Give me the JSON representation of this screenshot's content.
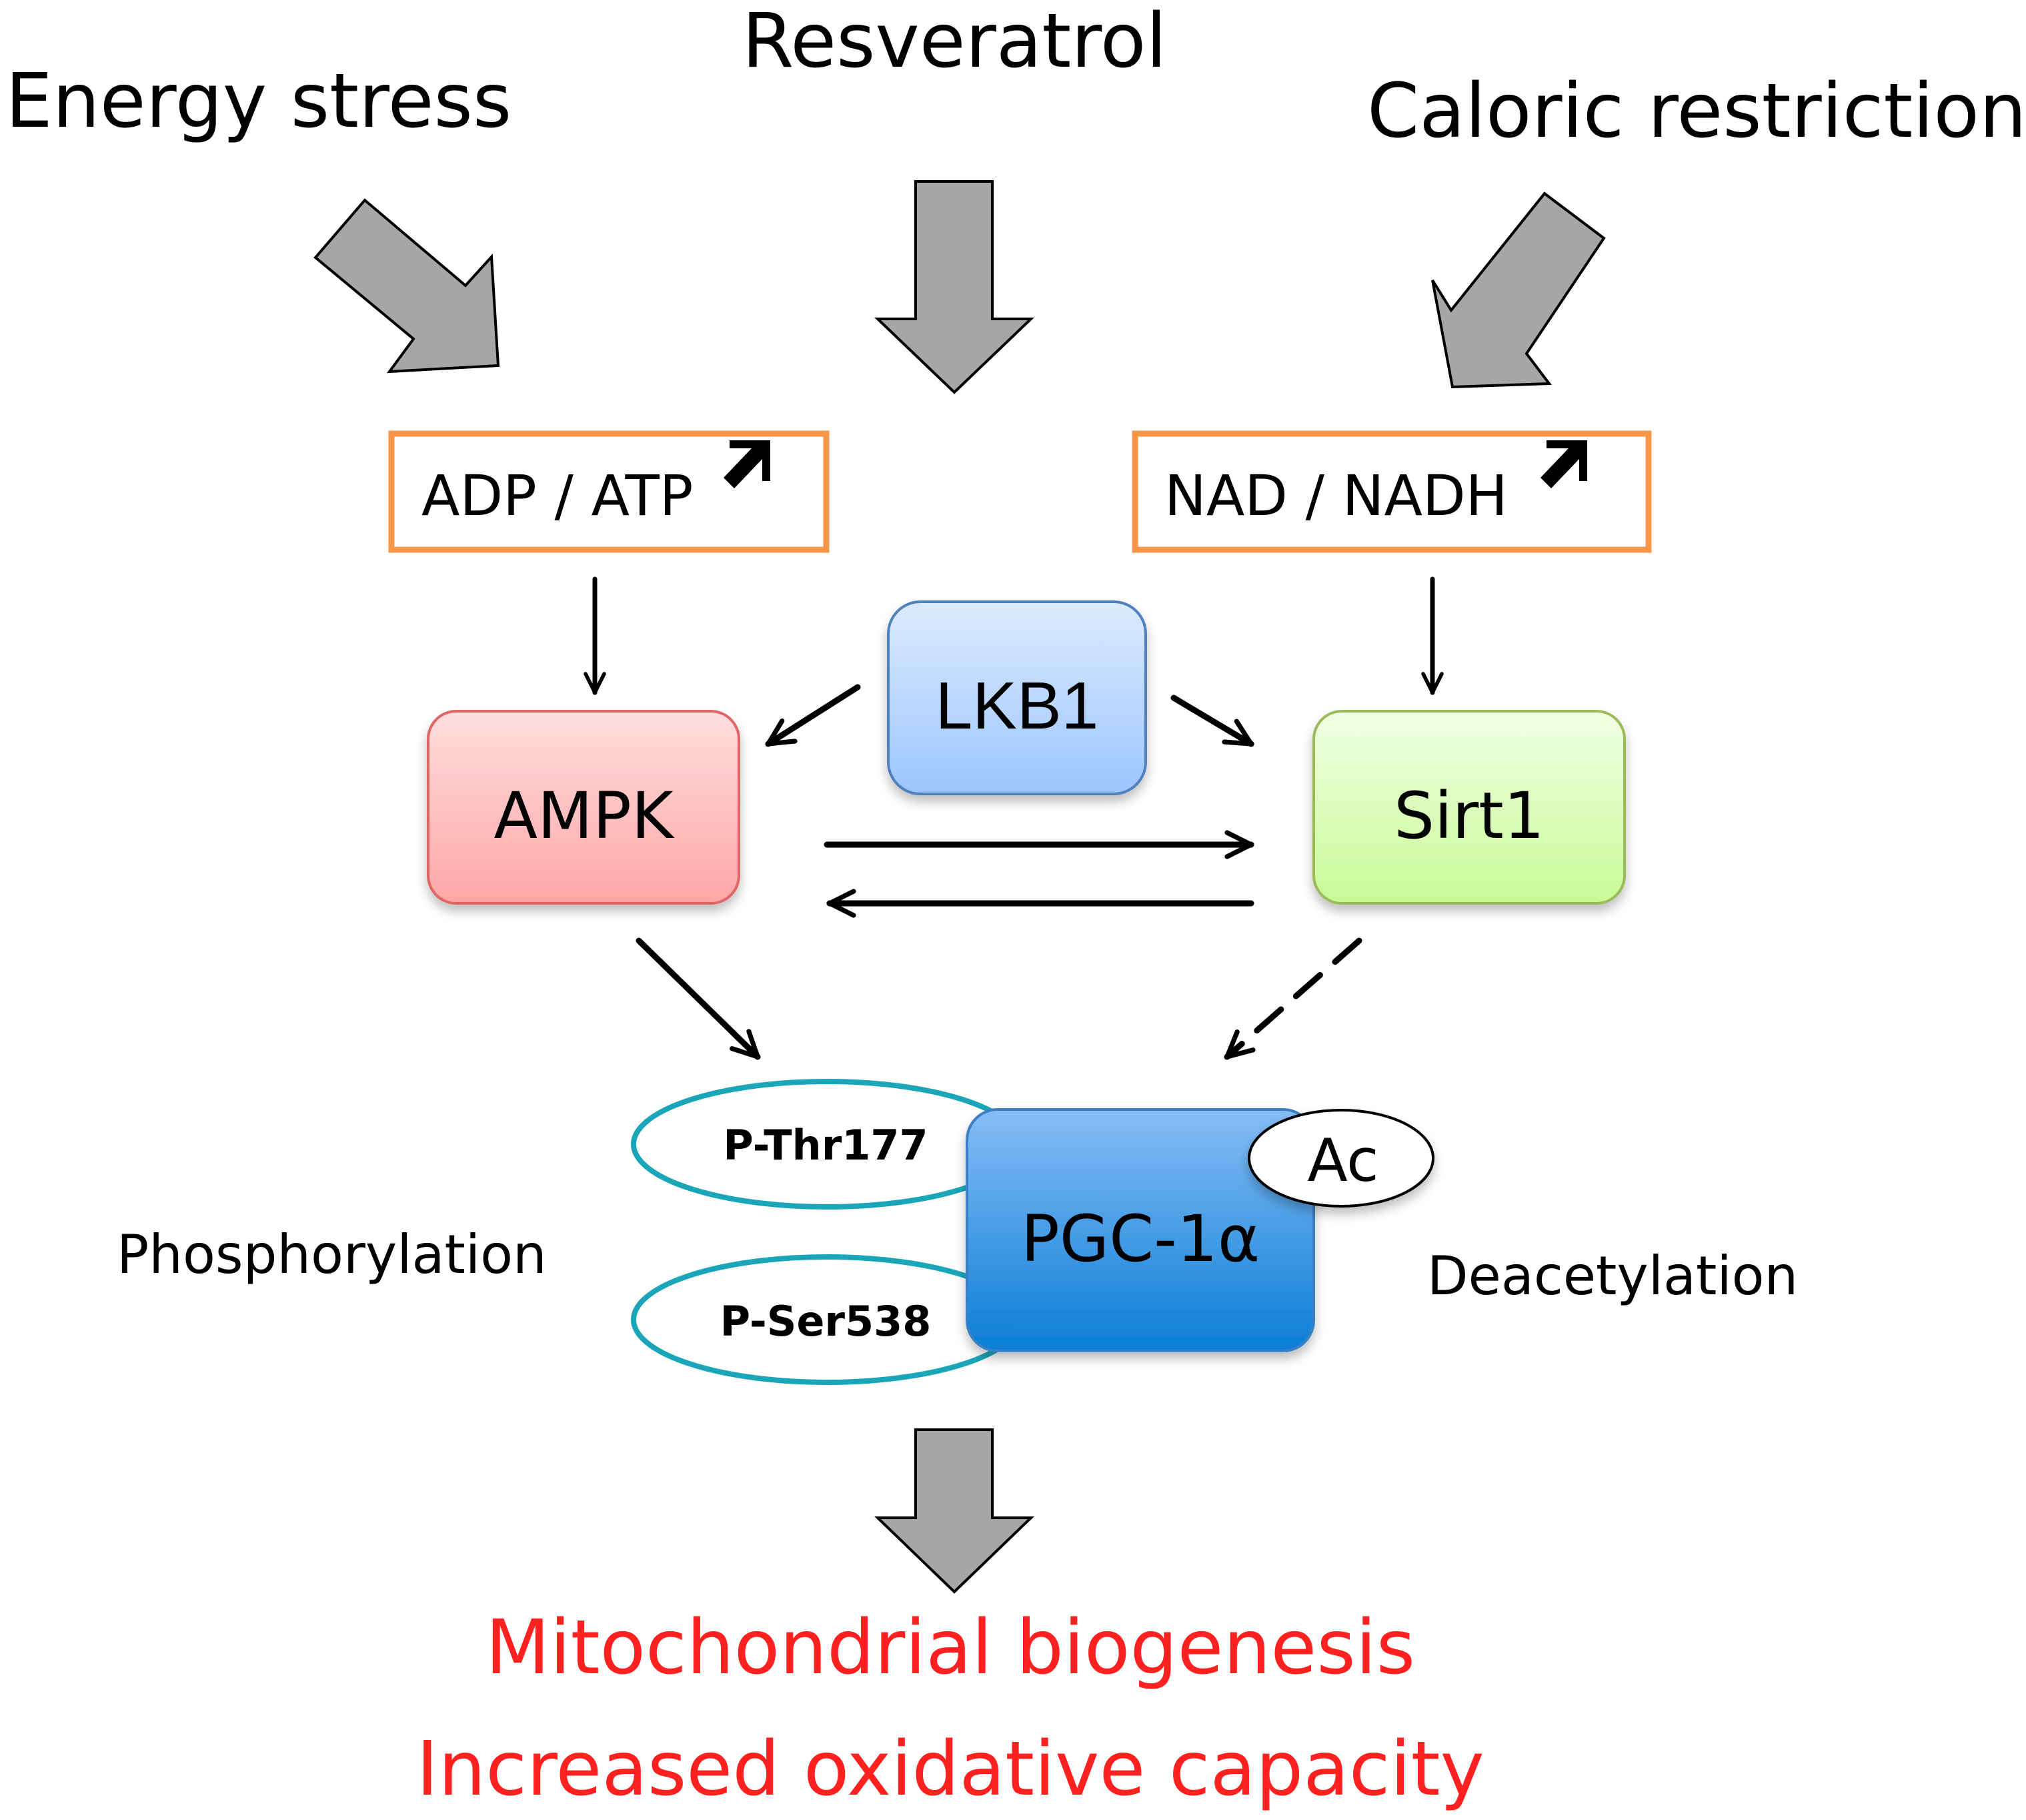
{
  "diagram": {
    "title_inputs": {
      "energy_stress": "Energy stress",
      "resveratrol": "Resveratrol",
      "caloric_restriction": "Caloric restriction"
    },
    "ratio_boxes": {
      "adp_atp": "ADP / ATP",
      "nad_nadh": "NAD / NADH",
      "increase_icon": "up-right-arrow"
    },
    "nodes": {
      "lkb1": "LKB1",
      "ampk": "AMPK",
      "sirt1": "Sirt1",
      "pgc1a": "PGC-1α",
      "acetyl": "Ac",
      "p_thr177": "P-Thr177",
      "p_ser538": "P-Ser538"
    },
    "process_labels": {
      "phosphorylation": "Phosphorylation",
      "deacetylation": "Deacetylation"
    },
    "outcomes": {
      "line1": "Mitochondrial biogenesis",
      "line2": "Increased oxidative capacity"
    },
    "colors": {
      "ratio_box_border": "#F79646",
      "ampk_fill_top": "#FFDEDE",
      "ampk_fill_bottom": "#FFA6A6",
      "ampk_border": "#E06666",
      "lkb1_fill_top": "#DCEBFF",
      "lkb1_fill_bottom": "#9CC6FF",
      "lkb1_border": "#4F81BD",
      "sirt1_fill_top": "#F0FFE4",
      "sirt1_fill_bottom": "#C8FA96",
      "sirt1_border": "#9BBB59",
      "pgc1a_fill_top": "#86BDF6",
      "pgc1a_fill_bottom": "#0A7ED6",
      "pgc1a_border": "#3B7FC4",
      "phospho_ellipse_border": "#1AA6B8",
      "outcome_text": "#FF2020",
      "input_arrow_fill": "#A6A6A6"
    }
  }
}
